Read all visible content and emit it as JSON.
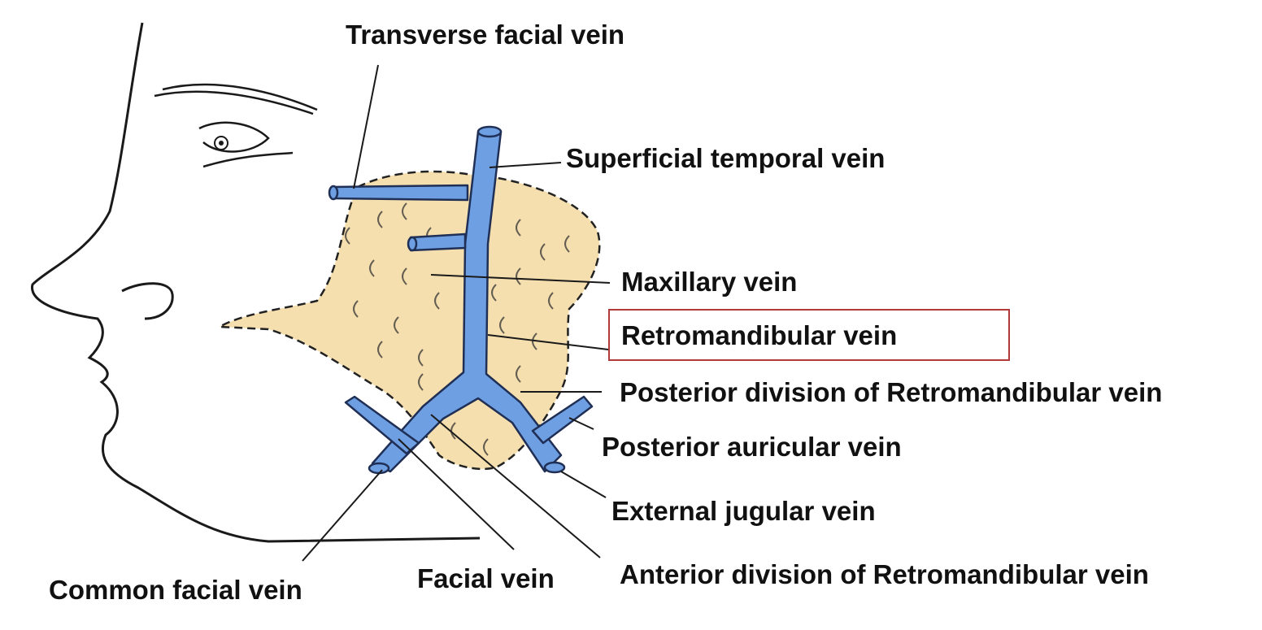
{
  "labels": {
    "transverse_facial": "Transverse facial vein",
    "superficial_temporal": "Superficial temporal vein",
    "maxillary": "Maxillary vein",
    "retromandibular": "Retromandibular vein",
    "posterior_division": "Posterior division of Retromandibular vein",
    "posterior_auricular": "Posterior auricular vein",
    "external_jugular": "External jugular vein",
    "anterior_division": "Anterior division of Retromandibular vein",
    "facial": "Facial vein",
    "common_facial": "Common facial vein"
  },
  "colors": {
    "vein": "#6e9fe2",
    "vein_outline": "#1f2f55",
    "parotid": "#f5dfae",
    "outline": "#1a1a1a",
    "highlight_box": "#b03a3a"
  },
  "highlighted": "retromandibular"
}
